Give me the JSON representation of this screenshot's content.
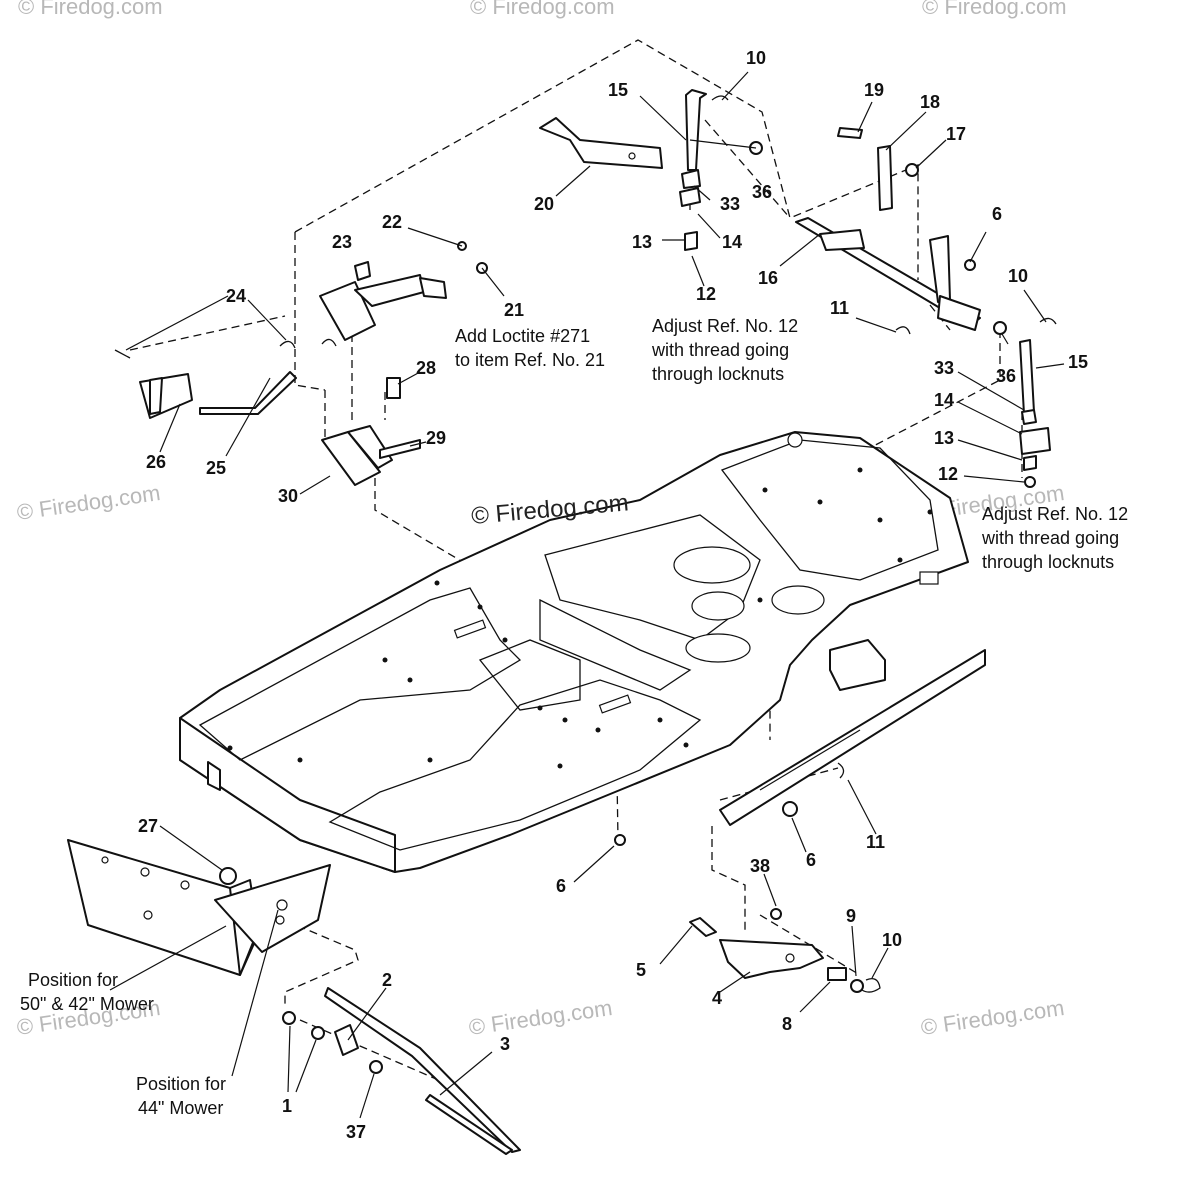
{
  "watermark_text": "© Firedog.com",
  "center_watermark": "© Firedog.com",
  "callouts": [
    "10",
    "15",
    "19",
    "18",
    "17",
    "20",
    "33",
    "36",
    "13",
    "14",
    "12",
    "6",
    "16",
    "23",
    "22",
    "21",
    "24",
    "11",
    "10",
    "15",
    "36",
    "33",
    "14",
    "13",
    "12",
    "26",
    "25",
    "28",
    "29",
    "30",
    "27",
    "6",
    "11",
    "6",
    "38",
    "9",
    "10",
    "2",
    "5",
    "4",
    "8",
    "3",
    "1",
    "37"
  ],
  "notes": {
    "loctite": [
      "Add Loctite #271",
      "to item Ref. No. 21"
    ],
    "adjust_top": [
      "Adjust Ref. No. 12",
      "with thread going",
      "through locknuts"
    ],
    "adjust_right": [
      "Adjust Ref. No. 12",
      "with thread going",
      "through locknuts"
    ],
    "position_50_42": [
      "Position for",
      "50\" & 42\" Mower"
    ],
    "position_44": [
      "Position for",
      "44\" Mower"
    ]
  }
}
